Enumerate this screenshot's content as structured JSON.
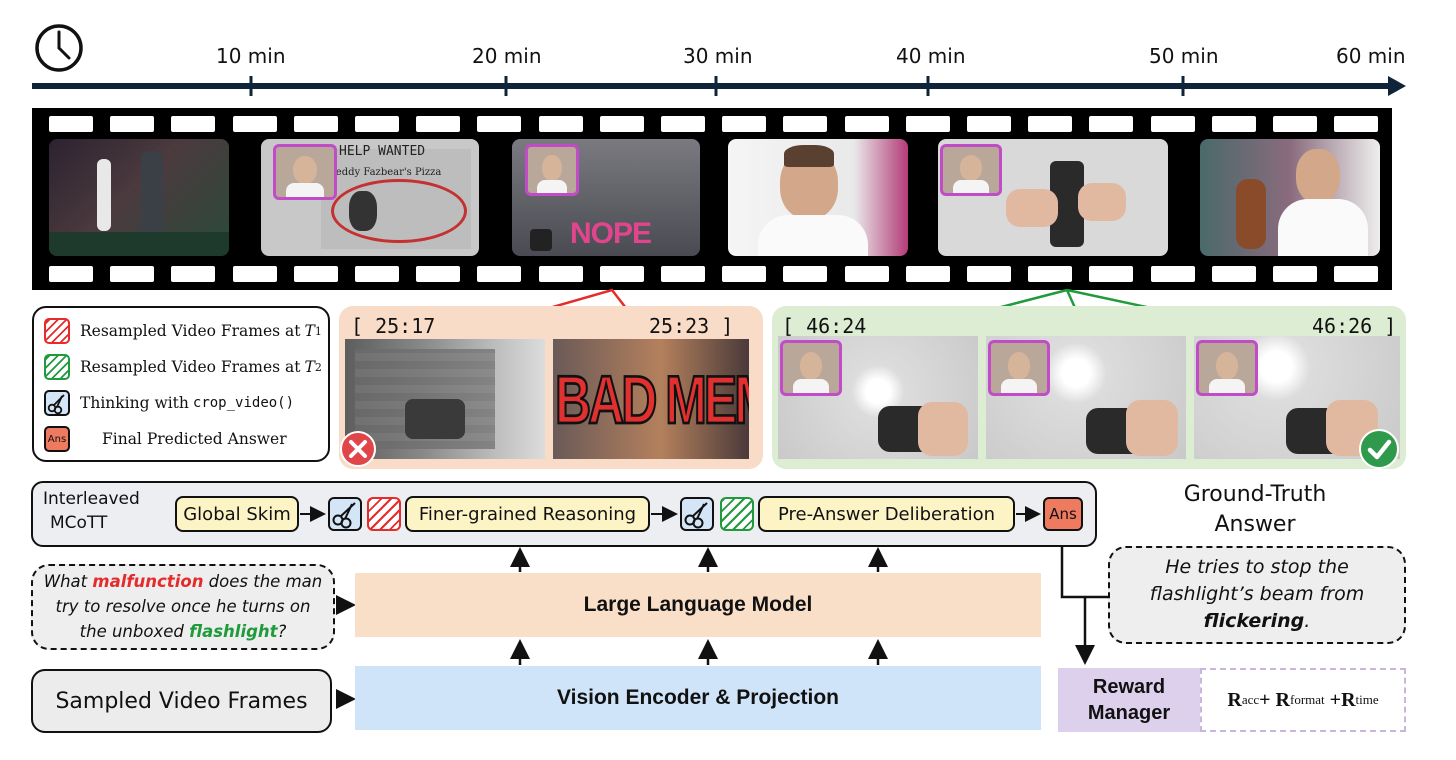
{
  "timeline": {
    "ticks": [
      "10 min",
      "20 min",
      "30 min",
      "40 min",
      "50 min",
      "60 min"
    ]
  },
  "frames": {
    "nope_text": "NOPE",
    "help_wanted_text": "HELP WANTED",
    "pizza_text": "reddy Fazbear's Pizza"
  },
  "legend": {
    "red_frames_label": "Resampled Video Frames at ",
    "red_frames_var": "T",
    "red_frames_sub": "1",
    "green_frames_label": "Resampled Video Frames at ",
    "green_frames_var": "T",
    "green_frames_sub": "2",
    "thinking_label": "Thinking with ",
    "thinking_code": "crop_video()",
    "ans_icon": "Ans",
    "answer_label": "Final Predicted Answer"
  },
  "red_panel": {
    "start_time": "[ 25:17",
    "end_time": "25:23 ]",
    "meme_text": "BAD MEME"
  },
  "green_panel": {
    "start_time": "[ 46:24",
    "end_time": "46:26 ]"
  },
  "mcott": {
    "label_line1": "Interleaved",
    "label_line2": "MCoTT",
    "steps": [
      "Global Skim",
      "Finer-grained Reasoning",
      "Pre-Answer Deliberation"
    ],
    "ans": "Ans"
  },
  "ground_truth": {
    "title_line1": "Ground-Truth",
    "title_line2": "Answer",
    "text_line1": "He tries to stop the",
    "text_line2": "flashlight’s beam from",
    "text_bold": "flickering",
    "text_end": "."
  },
  "question": {
    "part1": "What ",
    "keyword1": "malfunction",
    "part2": " does the man",
    "line2": "try to resolve once he turns on",
    "part3": "the unboxed ",
    "keyword2": "flashlight",
    "part4": "?"
  },
  "models": {
    "llm": "Large Language Model",
    "vision": "Vision Encoder & Projection",
    "sampled_frames": "Sampled Video Frames",
    "reward_line1": "Reward",
    "reward_line2": "Manager"
  },
  "formula": {
    "r1": "R",
    "r1_sub": "acc",
    "plus1": "+ ",
    "r2": "R",
    "r2_sub": "format",
    "plus2": " +",
    "r3": "R",
    "r3_sub": "time"
  },
  "colors": {
    "red": "#e52b2b",
    "green": "#1f9a3c",
    "llm_bg": "#f9dfc8",
    "vision_bg": "#cfe4f9",
    "reward_bg": "#ddd0ec",
    "step_bg": "#fdf4c6"
  },
  "icons": [
    "clock-icon",
    "scissors-icon",
    "x-circle-icon",
    "check-circle-icon"
  ]
}
